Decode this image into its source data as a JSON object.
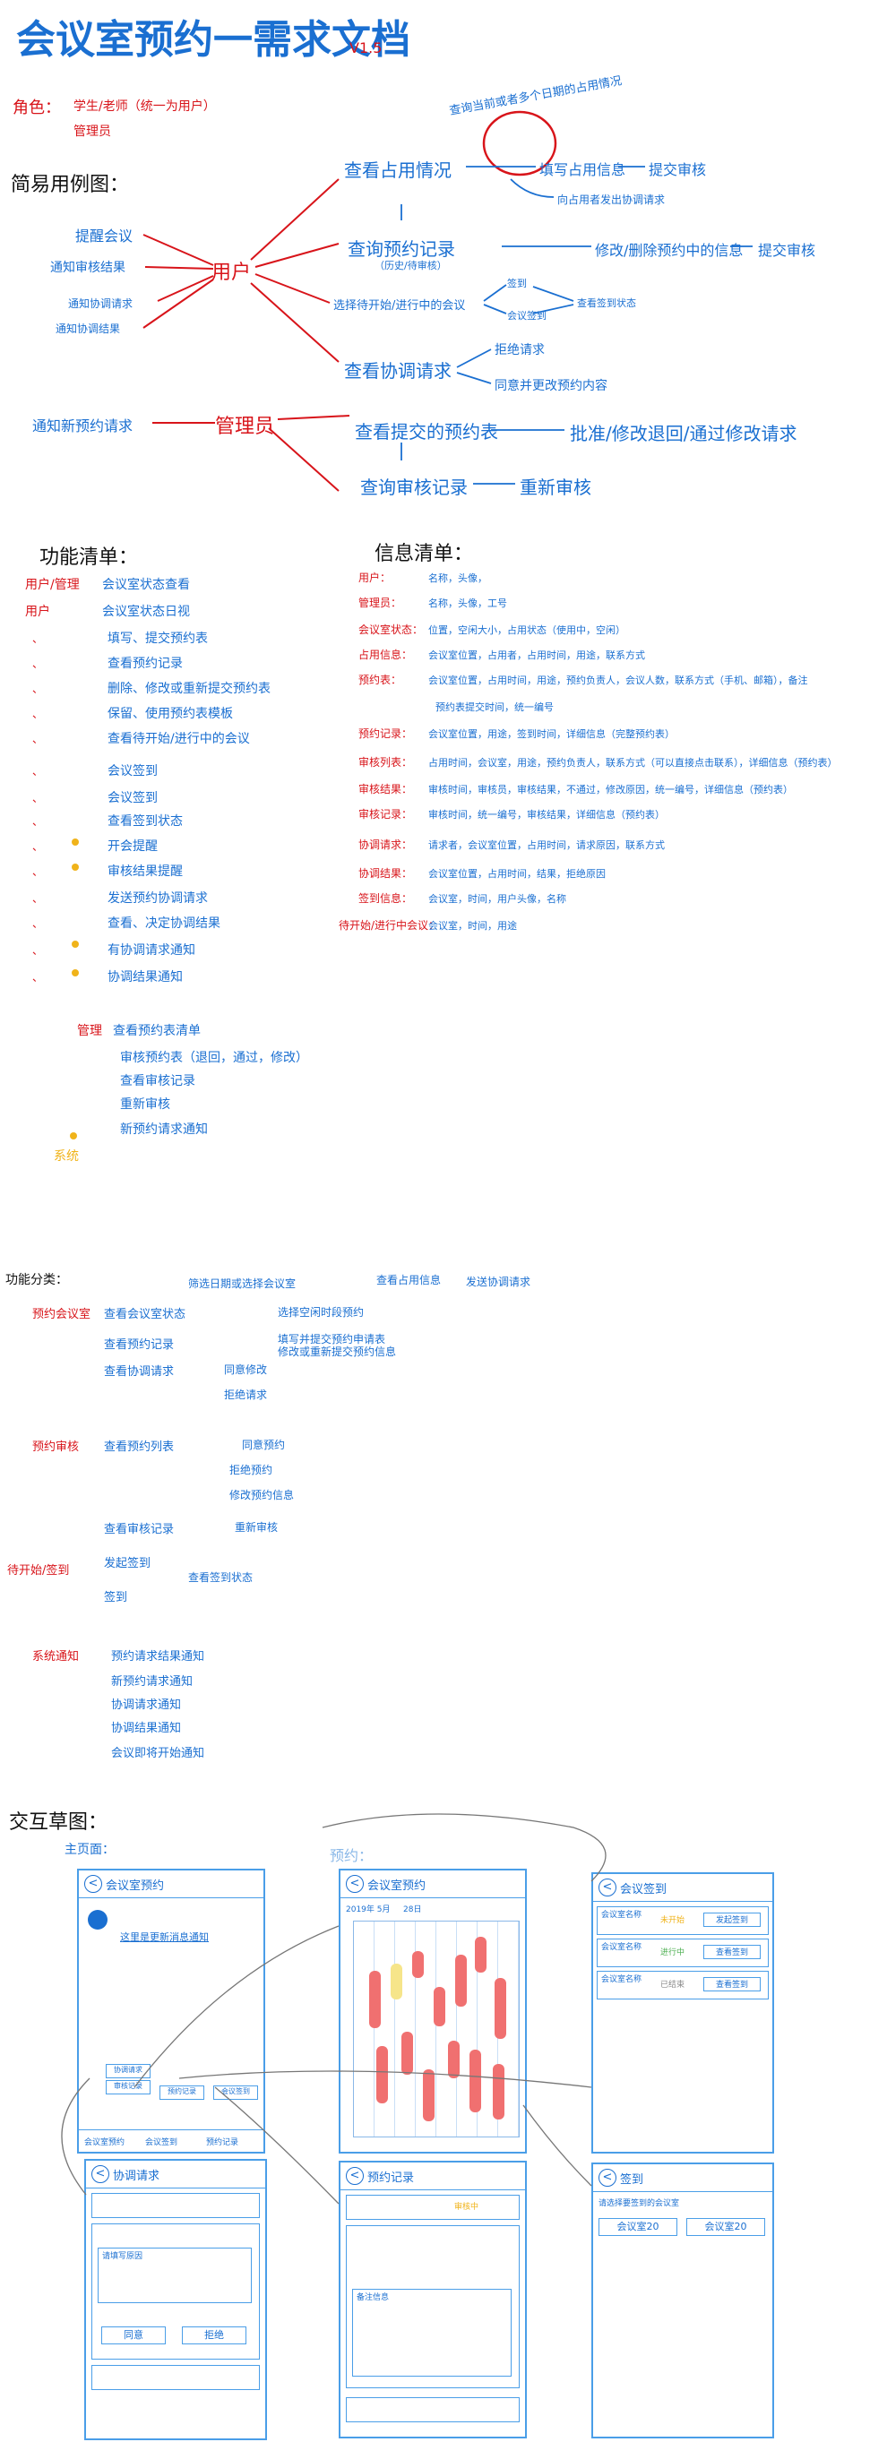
{
  "title": "会议室预约一需求文档",
  "version": "V1.5",
  "roles": {
    "label": "角色：",
    "items": [
      "学生/老师（统一为用户）",
      "管理员"
    ]
  },
  "usecase": {
    "heading": "简易用例图：",
    "user": "用户",
    "admin": "管理员",
    "user_inputs": [
      "提醒会议",
      "通知审核结果",
      "通知协调请求",
      "通知协调结果"
    ],
    "user_actions": [
      "查看占用情况",
      "查询预约记录",
      "（历史/待审核）",
      "选择待开始/进行中的会议",
      "查看协调请求"
    ],
    "user_outcomes": [
      "填写占用信息",
      "提交审核",
      "向占用者发出协调请求",
      "修改/删除预约中的信息",
      "提交审核",
      "签到",
      "会议签到",
      "查看签到状态",
      "拒绝请求",
      "同意并更改预约内容"
    ],
    "admin_input": "通知新预约请求",
    "admin_actions": [
      "查看提交的预约表",
      "查询审核记录"
    ],
    "admin_outcomes": [
      "批准/修改退回/通过修改请求",
      "重新审核"
    ],
    "loop_note": "查询当前或者多个日期的占用情况"
  },
  "features": {
    "heading": "功能清单：",
    "tags": {
      "user_admin": "用户/管理",
      "user": "用户",
      "admin": "管理",
      "system": "系统"
    },
    "user_items": [
      "会议室状态查看",
      "会议室状态日视",
      "填写、提交预约表",
      "查看预约记录",
      "删除、修改或重新提交预约表",
      "保留、使用预约表模板",
      "查看待开始/进行中的会议",
      "会议签到",
      "会议签到",
      "查看签到状态",
      "开会提醒",
      "审核结果提醒",
      "发送预约协调请求",
      "查看、决定协调结果",
      "有协调请求通知",
      "协调结果通知"
    ],
    "admin_items": [
      "查看预约表清单",
      "审核预约表（退回，通过，修改）",
      "查看审核记录",
      "重新审核",
      "新预约请求通知"
    ]
  },
  "info": {
    "heading": "信息清单：",
    "rows": [
      {
        "k": "用户：",
        "v": "名称，头像，"
      },
      {
        "k": "管理员：",
        "v": "名称，头像，工号"
      },
      {
        "k": "会议室状态：",
        "v": "位置，空闲大小，占用状态（使用中，空闲）"
      },
      {
        "k": "占用信息：",
        "v": "会议室位置，占用者，占用时间，用途，联系方式"
      },
      {
        "k": "预约表：",
        "v": "会议室位置，占用时间，用途，预约负责人，会议人数，联系方式（手机、邮箱），备注"
      },
      {
        "k": "",
        "v": "预约表提交时间，统一编号"
      },
      {
        "k": "预约记录：",
        "v": "会议室位置，用途，签到时间，详细信息（完整预约表）"
      },
      {
        "k": "审核列表：",
        "v": "占用时间，会议室，用途，预约负责人，联系方式（可以直接点击联系），详细信息（预约表）"
      },
      {
        "k": "审核结果：",
        "v": "审核时间，审核员，审核结果，不通过，修改原因，统一编号，详细信息（预约表）"
      },
      {
        "k": "审核记录：",
        "v": "审核时间，统一编号，审核结果，详细信息（预约表）"
      },
      {
        "k": "协调请求：",
        "v": "请求者，会议室位置，占用时间，请求原因，联系方式"
      },
      {
        "k": "协调结果：",
        "v": "会议室位置，占用时间，结果，拒绝原因"
      },
      {
        "k": "签到信息：",
        "v": "会议室，时间，用户头像，名称"
      },
      {
        "k": "待开始/进行中会议：",
        "v": "会议室，时间，用途"
      }
    ]
  },
  "modules": {
    "heading": "功能分类：",
    "groups": [
      {
        "name": "预约会议室",
        "items": [
          "查看会议室状态",
          "查看预约记录",
          "查看协调请求"
        ],
        "extras": [
          "查看占用信息",
          "发送协调请求",
          "选择空闲时段预约",
          "填写并提交预约申请表",
          "修改或重新提交预约信息",
          "同意修改",
          "拒绝请求",
          "筛选日期或选择会议室"
        ]
      },
      {
        "name": "预约审核",
        "items": [
          "查看预约列表",
          "查看审核记录"
        ],
        "extras": [
          "同意预约",
          "拒绝预约",
          "修改预约信息",
          "重新审核"
        ]
      },
      {
        "name": "待开始/签到",
        "items": [
          "发起签到",
          "签到"
        ],
        "extras": [
          "查看签到状态"
        ]
      },
      {
        "name": "系统通知",
        "items": [
          "预约请求结果通知",
          "新预约请求通知",
          "协调请求通知",
          "协调结果通知",
          "会议即将开始通知"
        ],
        "extras": []
      }
    ]
  },
  "wireframes": {
    "heading": "交互草图：",
    "home_label": "主页面：",
    "booking_label": "预约：",
    "home": {
      "title": "会议室预约",
      "link": "这里是更新消息通知",
      "btns": [
        "协调请求",
        "审核记录",
        "预约记录",
        "会议签到"
      ],
      "tabs": [
        "会议室预约",
        "会议签到",
        "预约记录"
      ]
    },
    "booking": {
      "title": "会议室预约",
      "date": "2019年 5月",
      "day": "28日"
    },
    "signin": {
      "title": "会议签到",
      "rows": [
        {
          "l": "会议室名称",
          "s": "未开始",
          "b": "发起签到"
        },
        {
          "l": "会议室名称",
          "s": "进行中",
          "b": "查看签到"
        },
        {
          "l": "会议室名称",
          "s": "已结束",
          "b": "查看签到"
        }
      ]
    },
    "coord": {
      "title": "协调请求",
      "field": "请填写原因",
      "btns": [
        "同意",
        "拒绝"
      ]
    },
    "records": {
      "title": "预约记录",
      "status": "审核中",
      "field": "备注信息"
    },
    "checkin": {
      "title": "签到",
      "sub": "请选择要签到的会议室",
      "btns": [
        "会议室20",
        "会议室20"
      ]
    }
  }
}
